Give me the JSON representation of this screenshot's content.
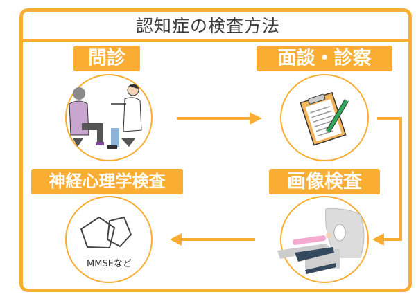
{
  "title": "認知症の検査方法",
  "steps": [
    {
      "label": "問診",
      "icon": "consultation-illustration"
    },
    {
      "label": "面談・診察",
      "icon": "clipboard-pen-icon"
    },
    {
      "label": "画像検査",
      "icon": "ct-scanner-illustration"
    },
    {
      "label": "神経心理学検査",
      "icon": "overlapping-pentagons-icon",
      "caption": "MMSEなど"
    }
  ],
  "colors": {
    "accent": "#f9ad32",
    "text": "#3e3e3e"
  }
}
